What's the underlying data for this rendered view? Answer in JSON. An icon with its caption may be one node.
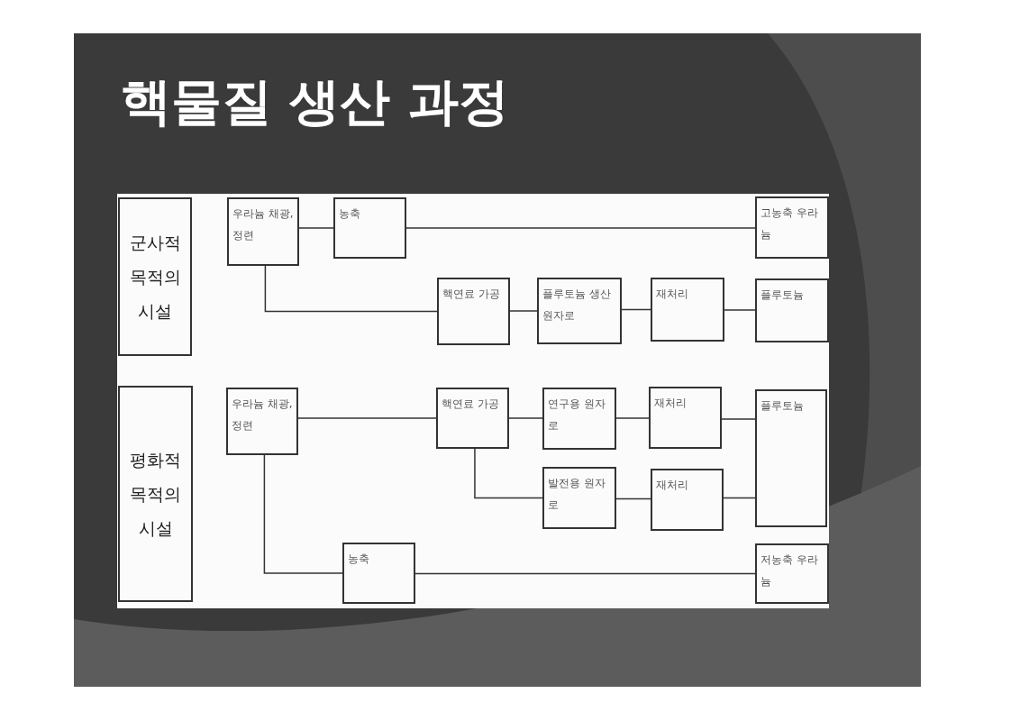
{
  "diagram": {
    "title": "핵물질 생산 과정",
    "nodes": [
      {
        "text": [
          "군사적 목적의 시설"
        ]
      },
      {
        "text": [
          "우라늄 채광, 정련"
        ]
      },
      {
        "text": [
          "농축"
        ]
      },
      {
        "text": [
          "고농축 우라늄"
        ]
      },
      {
        "text": [
          "핵연료 가공"
        ]
      },
      {
        "text": [
          "플루토늄 생산원자로"
        ]
      },
      {
        "text": [
          "재처리"
        ]
      },
      {
        "text": [
          "플루토늄"
        ]
      },
      {
        "text": [
          "평화적 목적의 시설"
        ]
      },
      {
        "text": [
          "우라늄 채광, 정련"
        ]
      },
      {
        "text": [
          "핵연료 가공"
        ]
      },
      {
        "text": [
          "연구용 원자로"
        ]
      },
      {
        "text": [
          "재처리"
        ]
      },
      {
        "text": [
          "발전용 원자로"
        ]
      },
      {
        "text": [
          "재처리"
        ]
      },
      {
        "text": [
          "플루토늄"
        ]
      },
      {
        "text": [
          "농축"
        ]
      },
      {
        "text": [
          "저농축 우라늄"
        ]
      }
    ],
    "edges": [
      {
        "from": 1,
        "to": 2,
        "arrow": "none"
      },
      {
        "from": 2,
        "to": 3,
        "arrow": "none"
      },
      {
        "from": 1,
        "to": 4,
        "arrow": "none"
      },
      {
        "from": 4,
        "to": 5,
        "arrow": "none"
      },
      {
        "from": 5,
        "to": 6,
        "arrow": "none"
      },
      {
        "from": 6,
        "to": 7,
        "arrow": "none"
      },
      {
        "from": 9,
        "to": 10,
        "arrow": "none"
      },
      {
        "from": 10,
        "to": 11,
        "arrow": "none"
      },
      {
        "from": 10,
        "to": 13,
        "arrow": "none"
      },
      {
        "from": 11,
        "to": 12,
        "arrow": "none"
      },
      {
        "from": 12,
        "to": 15,
        "arrow": "none"
      },
      {
        "from": 13,
        "to": 14,
        "arrow": "none"
      },
      {
        "from": 14,
        "to": 15,
        "arrow": "none"
      },
      {
        "from": 9,
        "to": 16,
        "arrow": "none"
      },
      {
        "from": 16,
        "to": 17,
        "arrow": "none"
      }
    ]
  }
}
